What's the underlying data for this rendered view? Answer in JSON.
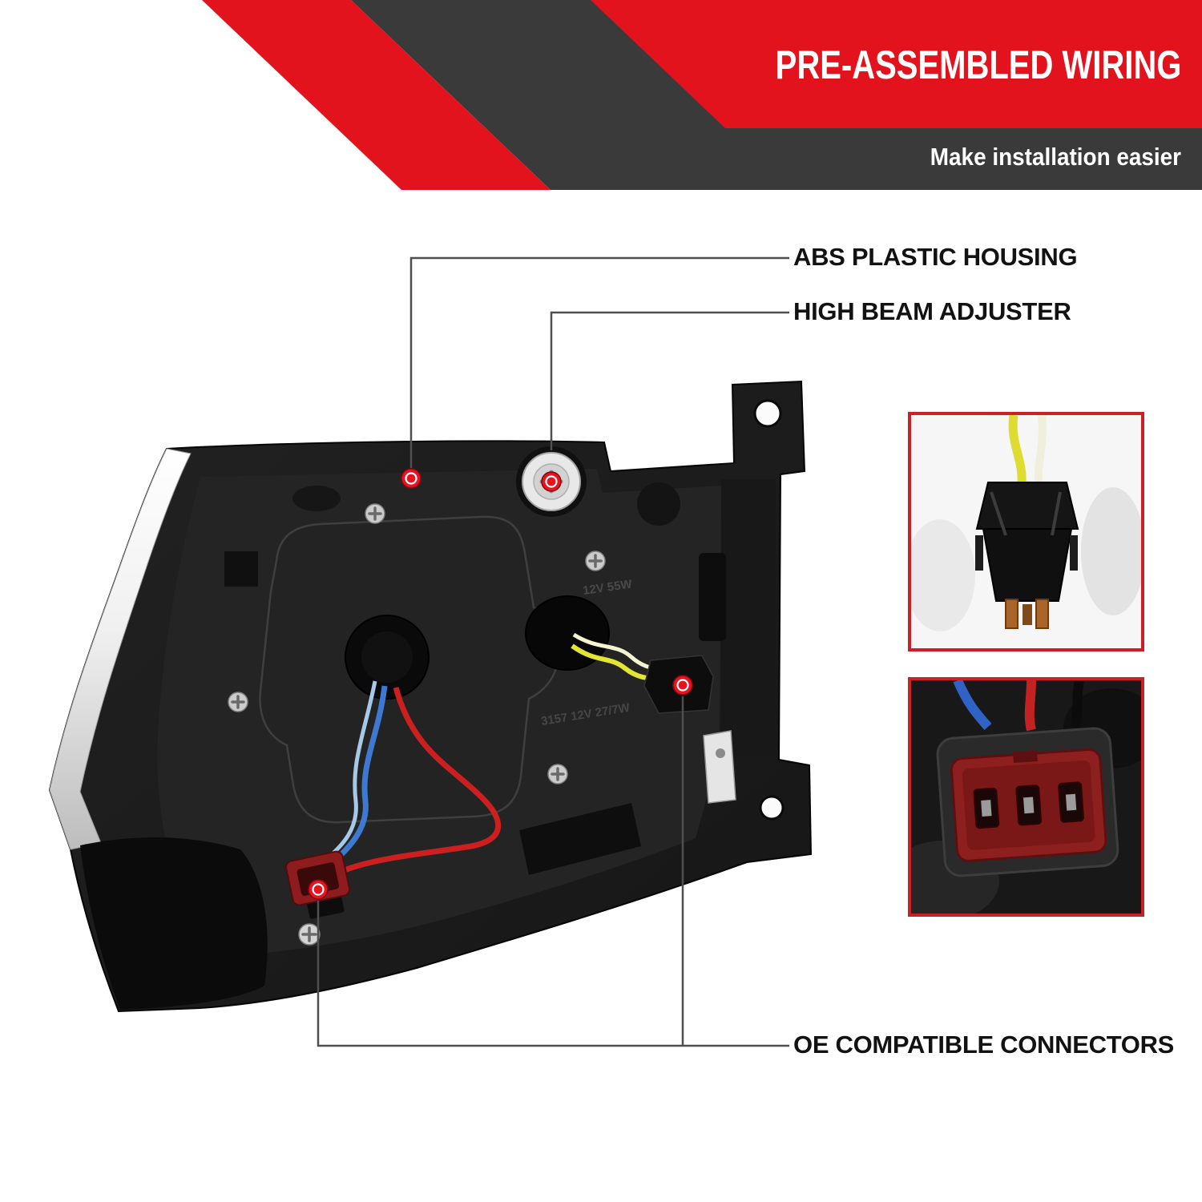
{
  "banner": {
    "title": "PRE-ASSEMBLED WIRING",
    "subtitle": "Make installation easier"
  },
  "callouts": {
    "abs": "ABS PLASTIC HOUSING",
    "high_beam": "HIGH BEAM ADJUSTER",
    "oe": "OE COMPATIBLE CONNECTORS"
  },
  "product": {
    "molded_marks": [
      "12V 55W",
      "3157 12V 27/7W"
    ]
  },
  "colors": {
    "banner_red": "#e2131d",
    "banner_dark": "#3a3a3a",
    "callout_dot": "#e9131f",
    "callout_line": "#4f4f4f",
    "inset_border": "#cb2026",
    "wire_blue": "#3f79cf",
    "wire_red": "#cc1f1f",
    "wire_yellow": "#e4e432"
  }
}
